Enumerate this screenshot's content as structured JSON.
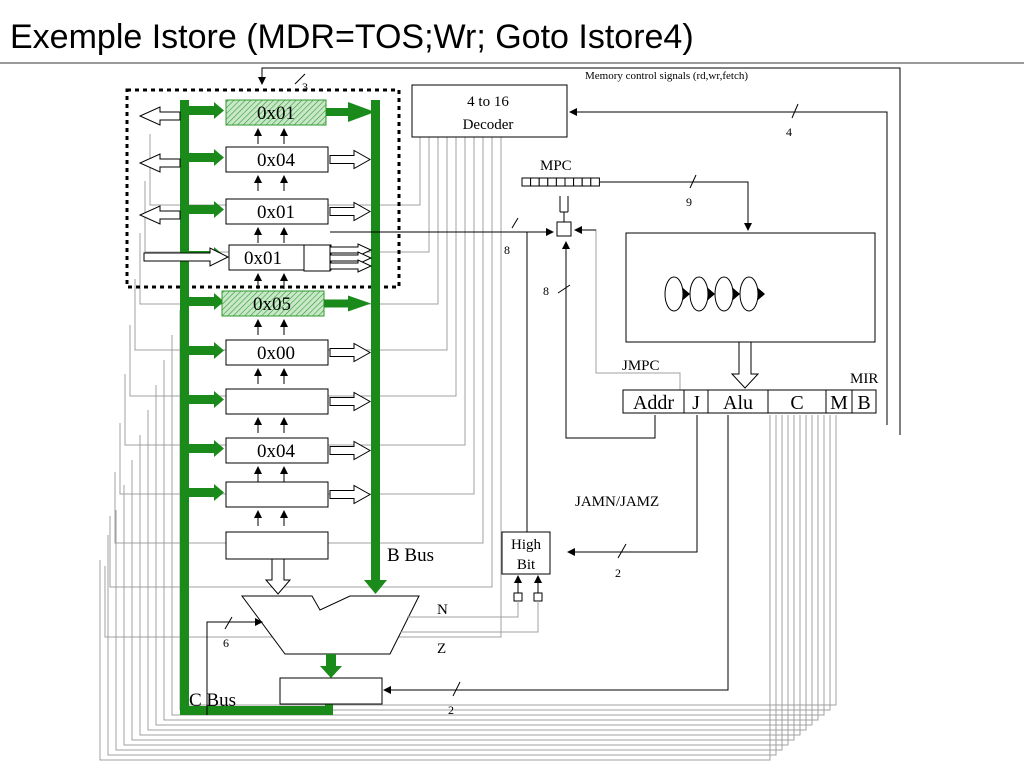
{
  "title": "Exemple Istore (MDR=TOS;Wr; Goto Istore4)",
  "colors": {
    "bus_green": "#1a8a1a",
    "bus_green_light": "#2ea82e",
    "hatch_green": "#2f9a2f",
    "wire_gray": "#a0a0a0",
    "line_black": "#000000"
  },
  "registers": [
    {
      "value": "0x01",
      "highlighted": true,
      "io": "out"
    },
    {
      "value": "0x04",
      "highlighted": false,
      "io": "both"
    },
    {
      "value": "0x01",
      "highlighted": false,
      "io": "both"
    },
    {
      "value": "0x01",
      "highlighted": false,
      "io": "in"
    },
    {
      "value": "0x05",
      "highlighted": true,
      "io": "none"
    },
    {
      "value": "0x00",
      "highlighted": false,
      "io": "none"
    },
    {
      "value": "",
      "highlighted": false,
      "io": "none"
    },
    {
      "value": "0x04",
      "highlighted": false,
      "io": "none"
    },
    {
      "value": "",
      "highlighted": false,
      "io": "none"
    },
    {
      "value": "",
      "highlighted": false,
      "io": "none"
    }
  ],
  "labels": {
    "memory_control": "Memory control signals (rd,wr,fetch)",
    "decoder_line1": "4 to 16",
    "decoder_line2": "Decoder",
    "mpc": "MPC",
    "jmpc": "JMPC",
    "mir": "MIR",
    "jamn_jamz": "JAMN/JAMZ",
    "high_bit_line1": "High",
    "high_bit_line2": "Bit",
    "b_bus": "B Bus",
    "c_bus": "C Bus",
    "n": "N",
    "z": "Z"
  },
  "mir_fields": [
    "Addr",
    "J",
    "Alu",
    "C",
    "M",
    "B"
  ],
  "wire_counts": {
    "memory": "3",
    "decoder": "4",
    "mpc_to_store": "9",
    "mpc_in": "8",
    "addr": "8",
    "alu_ctrl": "6",
    "high_bit": "2",
    "shifter": "2"
  }
}
